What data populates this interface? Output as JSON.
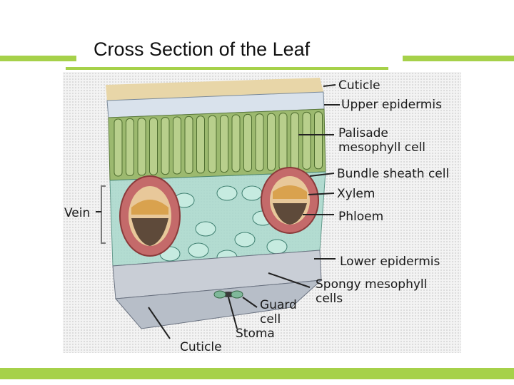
{
  "slide": {
    "title": "Cross Section of the Leaf"
  },
  "colors": {
    "accent_bar": "#a6d14a",
    "cuticle": "#e8d6a8",
    "upper_epidermis": "#d9e2ec",
    "palisade": "#9cb96f",
    "spongy": "#a8d8cc",
    "bundle_sheath": "#c46a6a",
    "xylem": "#d9a24e",
    "phloem": "#5e4a3a",
    "lower_epidermis": "#c9ced6"
  },
  "labels": {
    "cuticle_top": "Cuticle",
    "upper_epidermis": "Upper epidermis",
    "palisade_line1": "Palisade",
    "palisade_line2": "mesophyll cell",
    "bundle_sheath": "Bundle sheath cell",
    "xylem": "Xylem",
    "phloem": "Phloem",
    "vein": "Vein",
    "lower_epidermis": "Lower epidermis",
    "spongy_line1": "Spongy mesophyll",
    "spongy_line2": "cells",
    "guard_line1": "Guard",
    "guard_line2": "cell",
    "stoma": "Stoma",
    "cuticle_bottom": "Cuticle"
  }
}
